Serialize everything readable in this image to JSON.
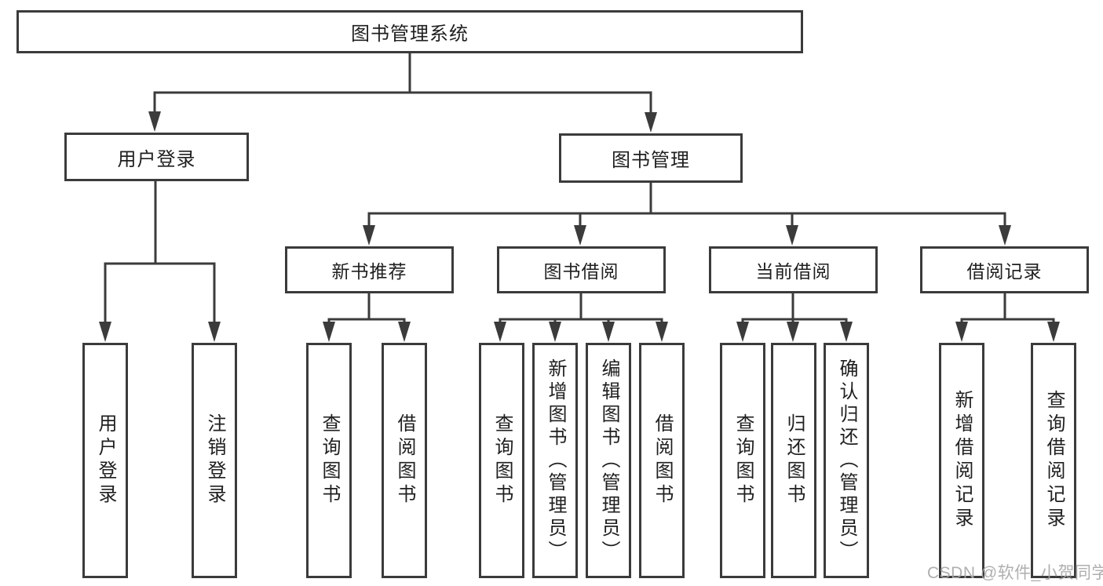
{
  "diagram": {
    "type": "hierarchy-diagram",
    "nodes": {
      "root": "图书管理系统",
      "user_login": "用户登录",
      "book_management": "图书管理",
      "new_book_recommend": "新书推荐",
      "book_borrowing": "图书借阅",
      "current_borrowing": "当前借阅",
      "borrowing_records": "借阅记录",
      "leaf_user_login": "用户登录",
      "leaf_logout": "注销登录",
      "leaf_query_books_recommend": "查询图书",
      "leaf_borrow_books_recommend": "借阅图书",
      "leaf_query_books_borrowing": "查询图书",
      "leaf_add_books_admin": "新增图书（管理员）",
      "leaf_edit_books_admin": "编辑图书（管理员）",
      "leaf_borrow_books": "借阅图书",
      "leaf_query_books_current": "查询图书",
      "leaf_return_books": "归还图书",
      "leaf_confirm_return_admin": "确认归还（管理员）",
      "leaf_add_borrow_record": "新增借阅记录",
      "leaf_query_borrow_record": "查询借阅记录"
    },
    "hierarchy": {
      "图书管理系统": {
        "用户登录": [
          "用户登录",
          "注销登录"
        ],
        "图书管理": {
          "新书推荐": [
            "查询图书",
            "借阅图书"
          ],
          "图书借阅": [
            "查询图书",
            "新增图书（管理员）",
            "编辑图书（管理员）",
            "借阅图书"
          ],
          "当前借阅": [
            "查询图书",
            "归还图书",
            "确认归还（管理员）"
          ],
          "借阅记录": [
            "新增借阅记录",
            "查询借阅记录"
          ]
        }
      }
    },
    "watermark": "CSDN @软件_小贺同学",
    "colors": {
      "line": "#3b3b3b",
      "box_border": "#3b3b3b",
      "box_background": "#ffffff",
      "text": "#1f1f1f",
      "watermark": "#a8a8a8",
      "page_background": "#ffffff"
    }
  }
}
